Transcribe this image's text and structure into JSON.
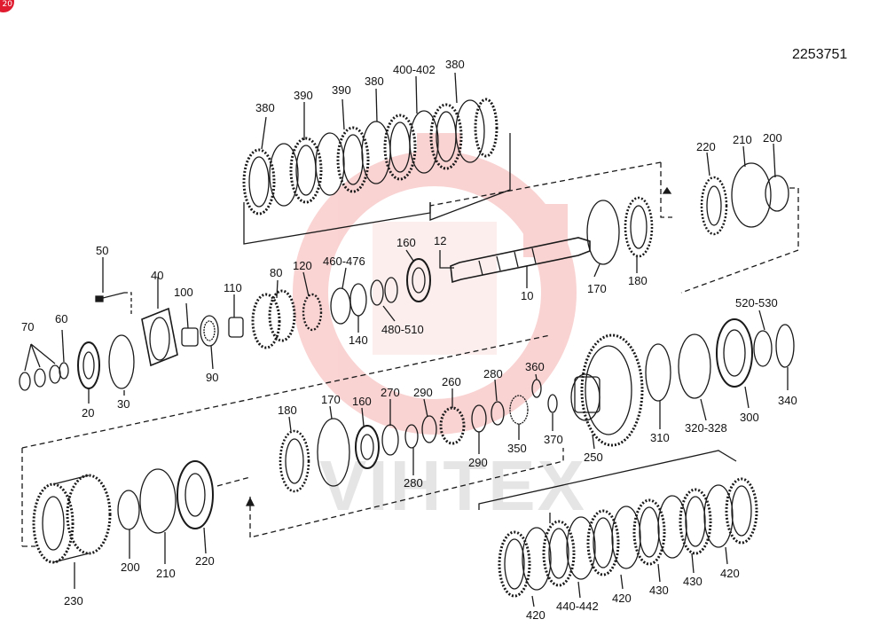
{
  "corner_badge": "20",
  "document_number": "2253751",
  "watermark_text": "VIHTEX",
  "colors": {
    "line": "#1a1a1a",
    "watermark": "#f08080",
    "badge": "#e01b2f"
  },
  "labels": {
    "p380a": "380",
    "p390a": "390",
    "p390b": "390",
    "p380b": "380",
    "p400": "400-402",
    "p380c": "380",
    "p220a": "220",
    "p210a": "210",
    "p200a": "200",
    "p50": "50",
    "p160a": "160",
    "p12": "12",
    "p40": "40",
    "p120": "120",
    "p460": "460-476",
    "p80": "80",
    "p110": "110",
    "p100": "100",
    "p10": "10",
    "p170a": "170",
    "p180a": "180",
    "p70": "70",
    "p60": "60",
    "p90": "90",
    "p140": "140",
    "p480": "480-510",
    "p520": "520-530",
    "p20": "20",
    "p30": "30",
    "p360": "360",
    "p280a": "280",
    "p260": "260",
    "p270": "270",
    "p290a": "290",
    "p160b": "160",
    "p170b": "170",
    "p180b": "180",
    "p340": "340",
    "p310": "310",
    "p320": "320-328",
    "p300": "300",
    "p370": "370",
    "p350": "350",
    "p290b": "290",
    "p250": "250",
    "p280b": "280",
    "p230": "230",
    "p200b": "200",
    "p210b": "210",
    "p220b": "220",
    "p420a": "420",
    "p440": "440-442",
    "p420b": "420",
    "p430a": "430",
    "p430b": "430",
    "p420c": "420"
  }
}
